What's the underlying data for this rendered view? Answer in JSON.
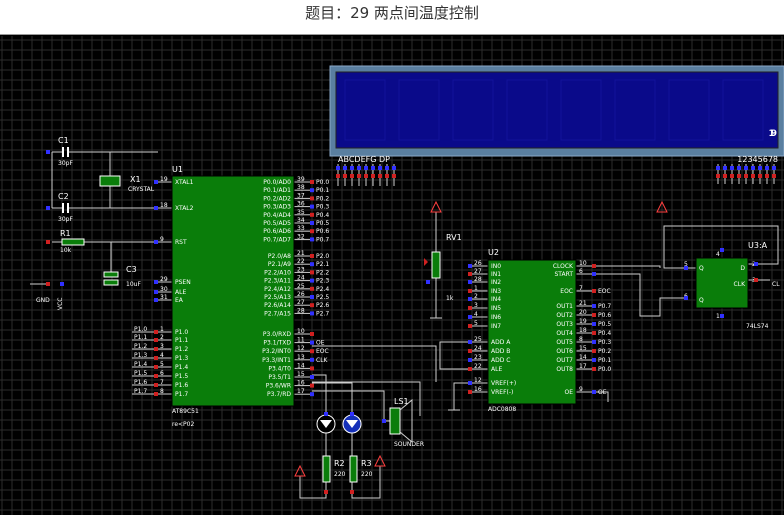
{
  "window": {
    "title": "题目：29 两点间温度控制"
  },
  "display": {
    "value": "19",
    "segment_label": "ABCDEFG DP",
    "digit_label": "12345678",
    "bg_color": "#0a0a8a",
    "digit_color": "#22d8e8"
  },
  "c1": {
    "ref": "C1",
    "value": "30pF"
  },
  "c2": {
    "ref": "C2",
    "value": "30pF"
  },
  "c3": {
    "ref": "C3",
    "value": "10uF"
  },
  "r1": {
    "ref": "R1",
    "value": "10k"
  },
  "x1": {
    "ref": "X1",
    "value": "CRYSTAL"
  },
  "gnd_label": "GND",
  "vcc_label": "VCC",
  "u1": {
    "ref": "U1",
    "part": "AT89C51",
    "left_pins": [
      {
        "num": "19",
        "name": "XTAL1"
      },
      {
        "num": "18",
        "name": "XTAL2"
      },
      {
        "num": "9",
        "name": "RST"
      },
      {
        "num": "29",
        "name": "PSEN"
      },
      {
        "num": "30",
        "name": "ALE"
      },
      {
        "num": "31",
        "name": "EA"
      },
      {
        "num": "1",
        "name": "P1.0"
      },
      {
        "num": "2",
        "name": "P1.1"
      },
      {
        "num": "3",
        "name": "P1.2"
      },
      {
        "num": "4",
        "name": "P1.3"
      },
      {
        "num": "5",
        "name": "P1.4"
      },
      {
        "num": "6",
        "name": "P1.5"
      },
      {
        "num": "7",
        "name": "P1.6"
      },
      {
        "num": "8",
        "name": "P1.7"
      }
    ],
    "p0_pins": [
      {
        "num": "39",
        "name": "P0.0/AD0",
        "net": "P0.0"
      },
      {
        "num": "38",
        "name": "P0.1/AD1",
        "net": "P0.1"
      },
      {
        "num": "37",
        "name": "P0.2/AD2",
        "net": "P0.2"
      },
      {
        "num": "36",
        "name": "P0.3/AD3",
        "net": "P0.3"
      },
      {
        "num": "35",
        "name": "P0.4/AD4",
        "net": "P0.4"
      },
      {
        "num": "34",
        "name": "P0.5/AD5",
        "net": "P0.5"
      },
      {
        "num": "33",
        "name": "P0.6/AD6",
        "net": "P0.6"
      },
      {
        "num": "32",
        "name": "P0.7/AD7",
        "net": "P0.7"
      }
    ],
    "p2_pins": [
      {
        "num": "21",
        "name": "P2.0/A8",
        "net": "P2.0"
      },
      {
        "num": "22",
        "name": "P2.1/A9",
        "net": "P2.1"
      },
      {
        "num": "23",
        "name": "P2.2/A10",
        "net": "P2.2"
      },
      {
        "num": "24",
        "name": "P2.3/A11",
        "net": "P2.3"
      },
      {
        "num": "25",
        "name": "P2.4/A12",
        "net": "P2.4"
      },
      {
        "num": "26",
        "name": "P2.5/A13",
        "net": "P2.5"
      },
      {
        "num": "27",
        "name": "P2.6/A14",
        "net": "P2.6"
      },
      {
        "num": "28",
        "name": "P2.7/A15",
        "net": "P2.7"
      }
    ],
    "p3_pins": [
      {
        "num": "10",
        "name": "P3.0/RXD",
        "net": ""
      },
      {
        "num": "11",
        "name": "P3.1/TXD",
        "net": "OE"
      },
      {
        "num": "12",
        "name": "P3.2/INT0",
        "net": "EOC"
      },
      {
        "num": "13",
        "name": "P3.3/INT1",
        "net": "CLK"
      },
      {
        "num": "14",
        "name": "P3.4/T0",
        "net": ""
      },
      {
        "num": "15",
        "name": "P3.5/T1",
        "net": ""
      },
      {
        "num": "16",
        "name": "P3.6/WR",
        "net": ""
      },
      {
        "num": "17",
        "name": "P3.7/RD",
        "net": ""
      }
    ],
    "p1_nets": [
      "P1.0",
      "P1.1",
      "P1.2",
      "P1.3",
      "P1.4",
      "P1.5",
      "P1.6",
      "P1.7"
    ],
    "footer": "re<P02"
  },
  "rv1": {
    "ref": "RV1",
    "value": "1k"
  },
  "u2": {
    "ref": "U2",
    "part": "ADC0808",
    "left_pins": [
      {
        "num": "26",
        "name": "IN0"
      },
      {
        "num": "27",
        "name": "IN1"
      },
      {
        "num": "28",
        "name": "IN2"
      },
      {
        "num": "1",
        "name": "IN3"
      },
      {
        "num": "2",
        "name": "IN4"
      },
      {
        "num": "3",
        "name": "IN5"
      },
      {
        "num": "4",
        "name": "IN6"
      },
      {
        "num": "5",
        "name": "IN7"
      },
      {
        "num": "25",
        "name": "ADD A"
      },
      {
        "num": "24",
        "name": "ADD B"
      },
      {
        "num": "23",
        "name": "ADD C"
      },
      {
        "num": "22",
        "name": "ALE"
      },
      {
        "num": "12",
        "name": "VREF(+)"
      },
      {
        "num": "16",
        "name": "VREF(-)"
      }
    ],
    "right_pins": [
      {
        "num": "10",
        "name": "CLOCK",
        "net": ""
      },
      {
        "num": "6",
        "name": "START",
        "net": ""
      },
      {
        "num": "7",
        "name": "EOC",
        "net": "EOC"
      },
      {
        "num": "21",
        "name": "OUT1",
        "net": "P0.7"
      },
      {
        "num": "20",
        "name": "OUT2",
        "net": "P0.6"
      },
      {
        "num": "19",
        "name": "OUT3",
        "net": "P0.5"
      },
      {
        "num": "18",
        "name": "OUT4",
        "net": "P0.4"
      },
      {
        "num": "8",
        "name": "OUT5",
        "net": "P0.3"
      },
      {
        "num": "15",
        "name": "OUT6",
        "net": "P0.2"
      },
      {
        "num": "14",
        "name": "OUT7",
        "net": "P0.1"
      },
      {
        "num": "17",
        "name": "OUT8",
        "net": "P0.0"
      },
      {
        "num": "9",
        "name": "OE",
        "net": "OE"
      }
    ]
  },
  "u3": {
    "ref": "U3:A",
    "part": "74LS74",
    "pin_q": "Q",
    "pin_d": "D",
    "pin_qbar": "Q",
    "pin_clk": "CLK",
    "nums": {
      "q": "5",
      "d": "2",
      "qbar": "6",
      "clk": "3",
      "s": "4",
      "r": "1"
    },
    "clk_net": "CL"
  },
  "ls1": {
    "ref": "LS1",
    "part": "SOUNDER"
  },
  "r2": {
    "ref": "R2",
    "value": "220"
  },
  "r3": {
    "ref": "R3",
    "value": "220"
  }
}
